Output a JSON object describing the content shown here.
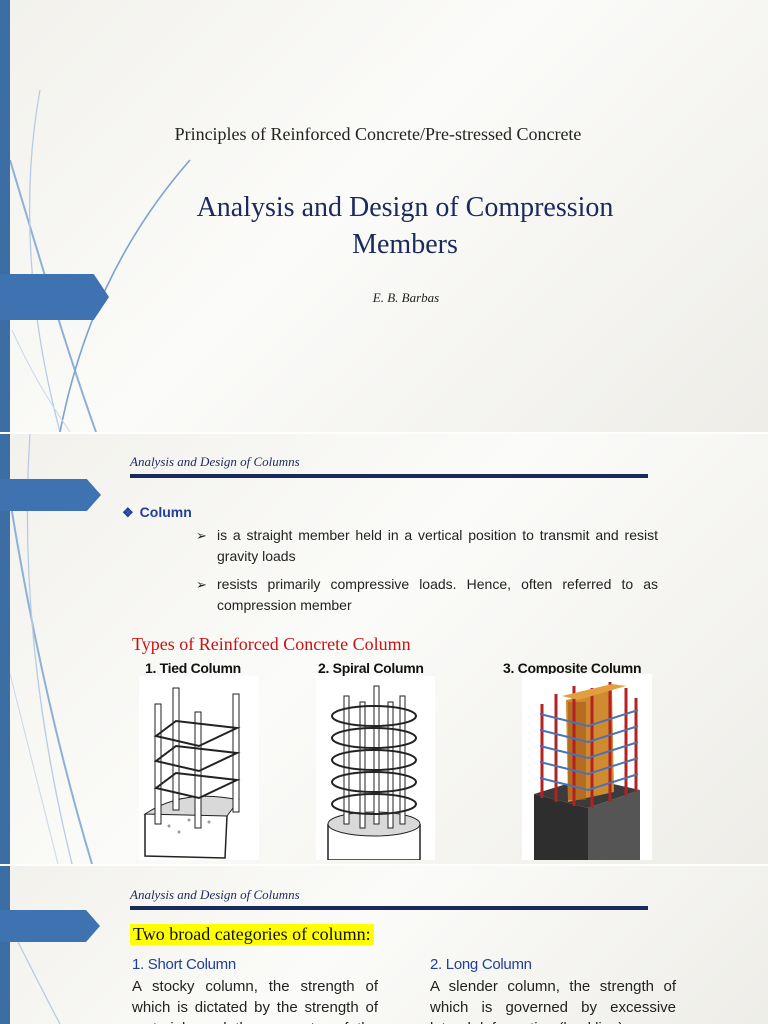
{
  "slide1": {
    "subtitle": "Principles of Reinforced Concrete/Pre-stressed Concrete",
    "title": "Analysis and Design of Compression Members",
    "author": "E. B. Barbas"
  },
  "slide2": {
    "header": "Analysis and Design of Columns",
    "bullet_heading": "Column",
    "bullets": [
      "is a straight member held in a vertical position to transmit and resist gravity loads",
      "resists primarily compressive loads. Hence, often referred to as compression member"
    ],
    "types_heading": "Types of Reinforced Concrete Column",
    "column_types": [
      "1. Tied Column",
      "2. Spiral Column",
      "3. Composite Column"
    ]
  },
  "slide3": {
    "header": "Analysis and Design of Columns",
    "categories_heading": "Two broad categories of column:",
    "categories": [
      {
        "title": "1. Short Column",
        "text": "A stocky column, the strength of which is dictated by the strength of materials and the geometry of the section."
      },
      {
        "title": "2. Long Column",
        "text": "A slender column, the strength of which is governed by excessive lateral deformation (buckling)."
      }
    ]
  },
  "colors": {
    "title_navy": "#1b2a5c",
    "accent_blue": "#3f72b0",
    "heading_red": "#cc1111",
    "bullet_blue": "#1f3f9a",
    "highlight_yellow": "#ffff00"
  },
  "icons": [
    "diamond-bullet-icon",
    "arrowhead-bullet-icon"
  ]
}
